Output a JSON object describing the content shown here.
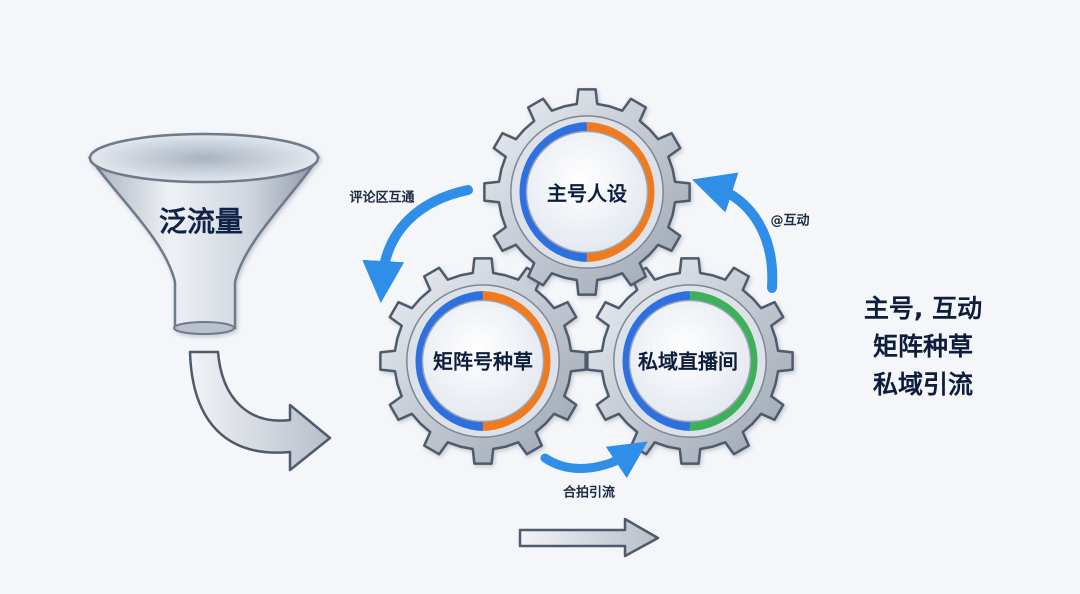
{
  "funnel": {
    "label": "泛流量"
  },
  "gears": {
    "top": {
      "label": "主号人设"
    },
    "left": {
      "label": "矩阵号种草"
    },
    "right": {
      "label": "私域直播间"
    }
  },
  "cycle_arrows": {
    "top_left": {
      "label": "评论区互通"
    },
    "top_right": {
      "label": "@互动"
    },
    "bottom": {
      "label": "合拍引流"
    }
  },
  "summary": {
    "lines": [
      "主号, 互动",
      "矩阵种草",
      "私域引流"
    ]
  },
  "colors": {
    "gear_fill": "#c9ced6",
    "ring_blue": "#2f6fe0",
    "ring_orange": "#f07a1f",
    "ring_green": "#3eb05a",
    "arrow_blue": "#2f8fe8",
    "text_dark": "#0d1e3d"
  }
}
